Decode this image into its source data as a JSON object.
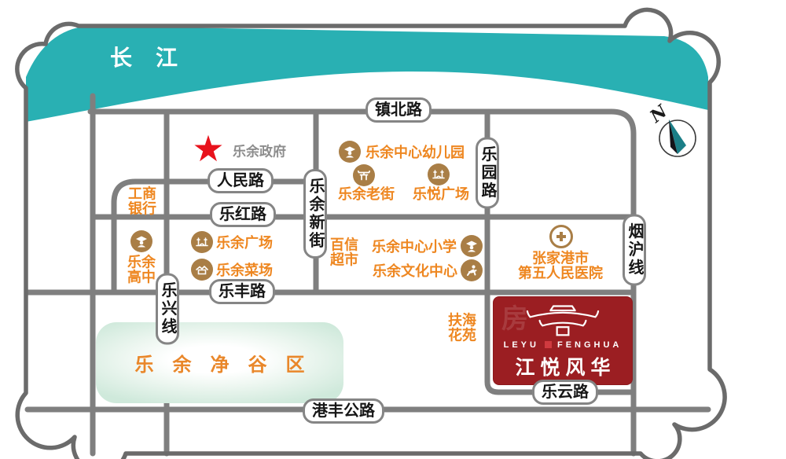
{
  "river": {
    "label": "长江"
  },
  "compass": {
    "label": "N"
  },
  "roads": {
    "zhenbei": "镇北路",
    "renmin": "人民路",
    "lehong": "乐红路",
    "lefeng": "乐丰路",
    "gangfeng": "港丰公路",
    "leyun": "乐云路",
    "xinjie": "乐余新街",
    "leyuan": "乐园路",
    "lexing": "乐兴线",
    "yanhu": "烟沪线"
  },
  "landmarks": {
    "government": {
      "label": "乐余政府"
    },
    "kindergarten": {
      "label": "乐余中心幼儿园"
    },
    "oldstreet": {
      "label": "乐余老街"
    },
    "yueplaza": {
      "label": "乐悦广场"
    },
    "icbc": {
      "line1": "工商",
      "line2": "银行"
    },
    "highschool": {
      "line1": "乐余",
      "line2": "高中"
    },
    "plaza": {
      "label": "乐余广场"
    },
    "market": {
      "label": "乐余菜场"
    },
    "supermarket": {
      "line1": "百信",
      "line2": "超市"
    },
    "primary": {
      "label": "乐余中心小学"
    },
    "culture": {
      "label": "乐余文化中心"
    },
    "hospital": {
      "line1": "张家港市",
      "line2": "第五人民医院"
    },
    "fuhai": {
      "line1": "扶海",
      "line2": "花苑"
    }
  },
  "zone": {
    "label": "乐余净谷区"
  },
  "project": {
    "en_left": "LEYU",
    "en_right": "FENGHUA",
    "cn": "江悦风华"
  },
  "watermark": {
    "label": "房"
  },
  "colors": {
    "river_teal": "#29b0b3",
    "road_gray": "#7f7f7f",
    "frame_gray": "#6b6b6b",
    "landmark_orange": "#ee8721",
    "icon_tan": "#a97e46",
    "star_red": "#e8121c",
    "project_maroon": "#9b1e22",
    "zone_green": "#cfe9db"
  }
}
